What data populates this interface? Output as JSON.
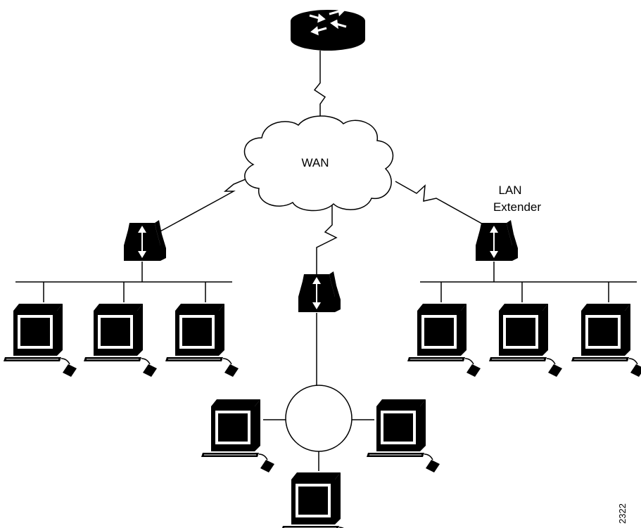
{
  "diagram": {
    "wan_label": "WAN",
    "lan_extender_label_line1": "LAN",
    "lan_extender_label_line2": "Extender",
    "figure_number": "2322",
    "colors": {
      "line": "#000000",
      "device": "#000000",
      "screen": "#ffffff",
      "background": "#ffffff"
    },
    "nodes": {
      "router": {
        "icon": "router-icon"
      },
      "cloud": {
        "icon": "wan-cloud-icon"
      },
      "lan_extenders": [
        "lan-extender-left",
        "lan-extender-center",
        "lan-extender-right"
      ],
      "ring": {
        "icon": "token-ring-icon"
      }
    }
  }
}
